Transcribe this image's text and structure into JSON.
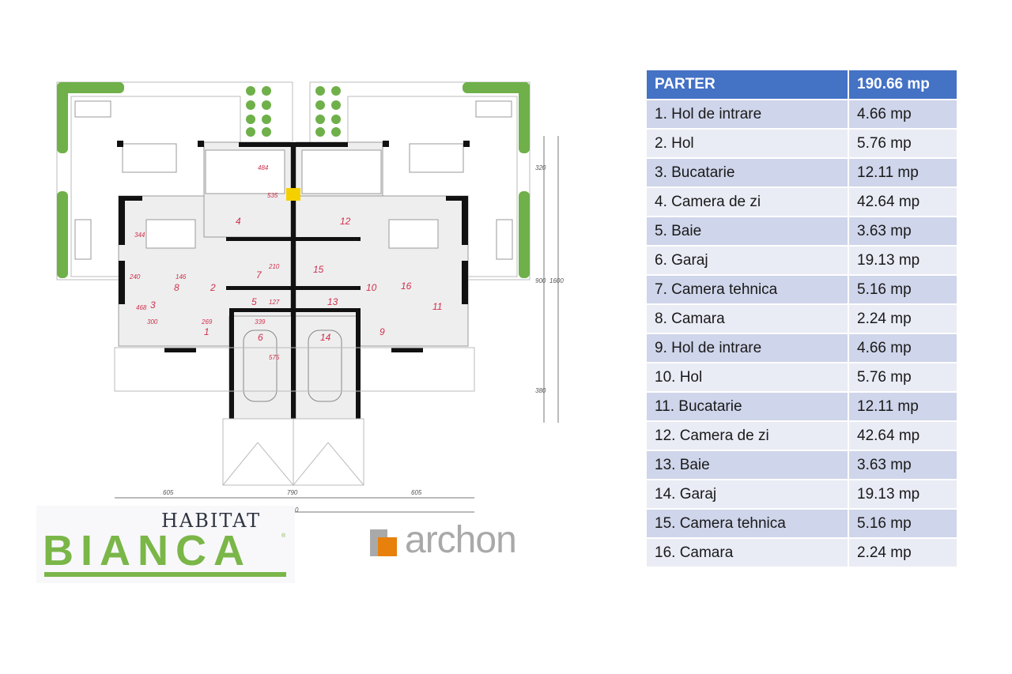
{
  "floor_plan": {
    "rooms_left": [
      "1",
      "2",
      "3",
      "4",
      "5",
      "6",
      "7",
      "8"
    ],
    "rooms_right": [
      "9",
      "10",
      "11",
      "12",
      "13",
      "14",
      "15",
      "16"
    ],
    "dimensions": {
      "living_width": "484",
      "living_depth": "535",
      "dining_depth": "344",
      "kitchen_top": "240",
      "pantry": "146",
      "kitchen_depth": "468",
      "kitchen_bottom": "300",
      "hall": "269",
      "garage_width": "339",
      "tech": "210",
      "bath": "127",
      "garage_depth": "575",
      "side_top": "320",
      "side_mid": "900",
      "side_total": "1600",
      "side_bottom": "380",
      "bottom_left": "605",
      "bottom_mid": "790",
      "bottom_right": "605",
      "bottom_total": "0"
    }
  },
  "logos": {
    "habitat_top": "HABITAT",
    "habitat_main": "BIANCA",
    "archon": "archon"
  },
  "table": {
    "header": {
      "label": "PARTER",
      "value": "190.66 mp"
    },
    "rows": [
      {
        "label": "1. Hol de intrare",
        "value": "4.66 mp"
      },
      {
        "label": "2. Hol",
        "value": "5.76 mp"
      },
      {
        "label": "3. Bucatarie",
        "value": "12.11 mp"
      },
      {
        "label": "4. Camera de zi",
        "value": "42.64 mp"
      },
      {
        "label": "5. Baie",
        "value": "3.63 mp"
      },
      {
        "label": "6. Garaj",
        "value": "19.13 mp"
      },
      {
        "label": "7. Camera tehnica",
        "value": "5.16 mp"
      },
      {
        "label": "8. Camara",
        "value": "2.24 mp"
      },
      {
        "label": "9. Hol de intrare",
        "value": "4.66 mp"
      },
      {
        "label": "10. Hol",
        "value": "5.76 mp"
      },
      {
        "label": "11. Bucatarie",
        "value": "12.11 mp"
      },
      {
        "label": "12. Camera de zi",
        "value": "42.64 mp"
      },
      {
        "label": "13. Baie",
        "value": "3.63 mp"
      },
      {
        "label": "14. Garaj",
        "value": "19.13 mp"
      },
      {
        "label": "15. Camera tehnica",
        "value": "5.16 mp"
      },
      {
        "label": "16. Camara",
        "value": "2.24 mp"
      }
    ]
  },
  "colors": {
    "header": "#4472c4",
    "row_odd": "#cfd5ea",
    "row_even": "#e9ebf5",
    "room_label": "#d0304a",
    "bianca_green": "#7ab648",
    "archon_orange": "#e8800c"
  }
}
